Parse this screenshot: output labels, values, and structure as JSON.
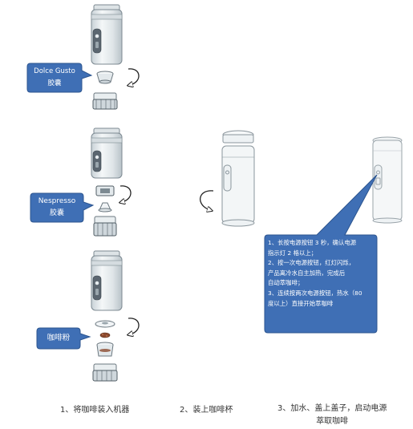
{
  "callouts": {
    "dolce": {
      "line1": "Dolce Gusto",
      "line2": "胶囊"
    },
    "nespresso": {
      "line1": "Nespresso",
      "line2": "胶囊"
    },
    "coffee_powder": {
      "line1": "咖啡粉"
    },
    "instructions": {
      "lines": [
        "1、长按电源按钮 3 秒，确认电源",
        "     指示灯 2 格以上；",
        "2、按一次电源按钮，红灯闪烁，",
        "     产品离冷水自主加热，完成后",
        "     自动萃咖啡；",
        "3、连续按两次电源按钮，热水（80",
        "     度以上）直接开始萃咖啡"
      ]
    }
  },
  "captions": {
    "step1": "1、将咖啡装入机器",
    "step2": "2、装上咖啡杯",
    "step3_line1": "3、加水、盖上盖子，启动电源",
    "step3_line2": "萃取咖啡"
  },
  "colors": {
    "callout_fill": "#3f6fb5",
    "callout_stroke": "#2c558f",
    "machine_body": "#e9eef0",
    "machine_outline": "#7d8a92",
    "coffee_grounds": "#8b4a2f"
  }
}
